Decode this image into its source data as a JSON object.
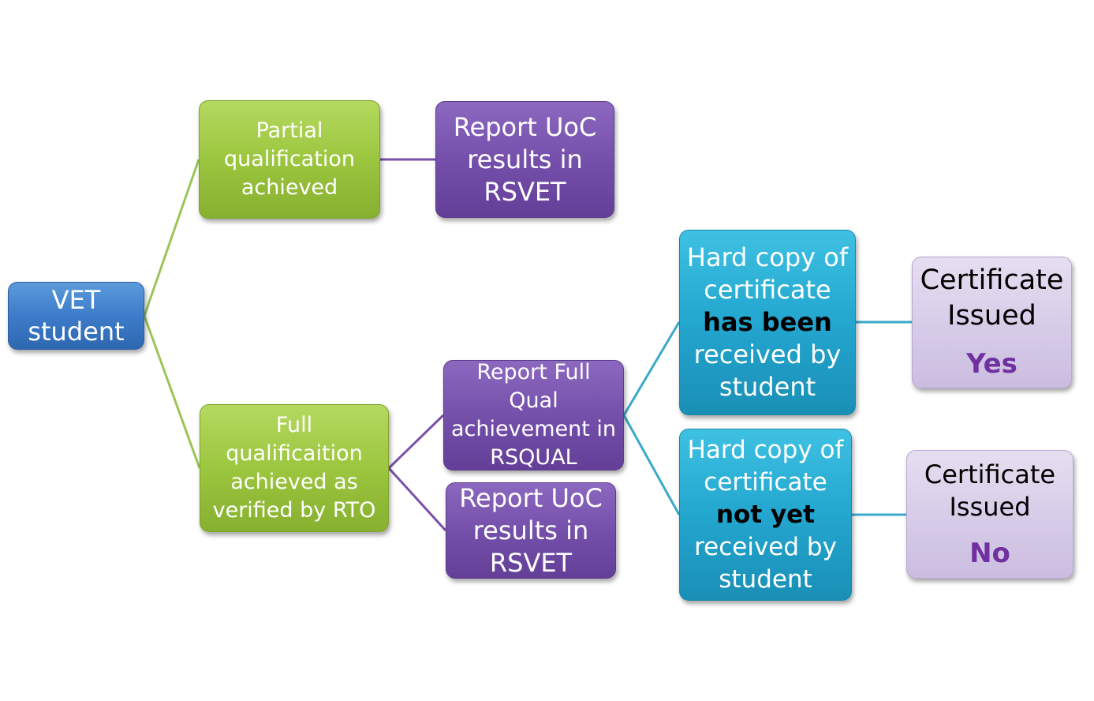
{
  "colors": {
    "root": "#3d7cc9",
    "outcome": "#9cc63f",
    "report": "#7550ab",
    "status": "#23a6cf",
    "certificate": "#d8cde9",
    "answer_text": "#7030a0",
    "connector_green": "#9bc558",
    "connector_purple": "#7a4fa8",
    "connector_teal": "#3ba9c9"
  },
  "nodes": {
    "vet": {
      "lines": [
        "VET",
        "student"
      ]
    },
    "partial": {
      "lines": [
        "Partial",
        "qualification",
        "achieved"
      ]
    },
    "full": {
      "lines": [
        "Full",
        "qualificaition",
        "achieved as",
        "verified by RTO"
      ]
    },
    "report_uoc_1": {
      "lines": [
        "Report UoC",
        "results in",
        "RSVET"
      ]
    },
    "report_full": {
      "lines": [
        "Report  Full",
        "Qual",
        "achievement  in",
        "RSQUAL"
      ]
    },
    "report_uoc_2": {
      "lines": [
        "Report UoC",
        "results in",
        "RSVET"
      ]
    },
    "has_been": {
      "line1": "Hard copy of",
      "line2": "certificate",
      "emphasis": "has been",
      "line4": "received by",
      "line5": "student"
    },
    "not_yet": {
      "line1": "Hard copy of",
      "line2": "certificate",
      "emphasis": "not yet",
      "line4": "received by",
      "line5": "student"
    },
    "cert_yes": {
      "line1": "Certificate",
      "line2": "Issued",
      "answer": "Yes"
    },
    "cert_no": {
      "line1": "Certificate",
      "line2": "Issued",
      "answer": "No"
    }
  }
}
